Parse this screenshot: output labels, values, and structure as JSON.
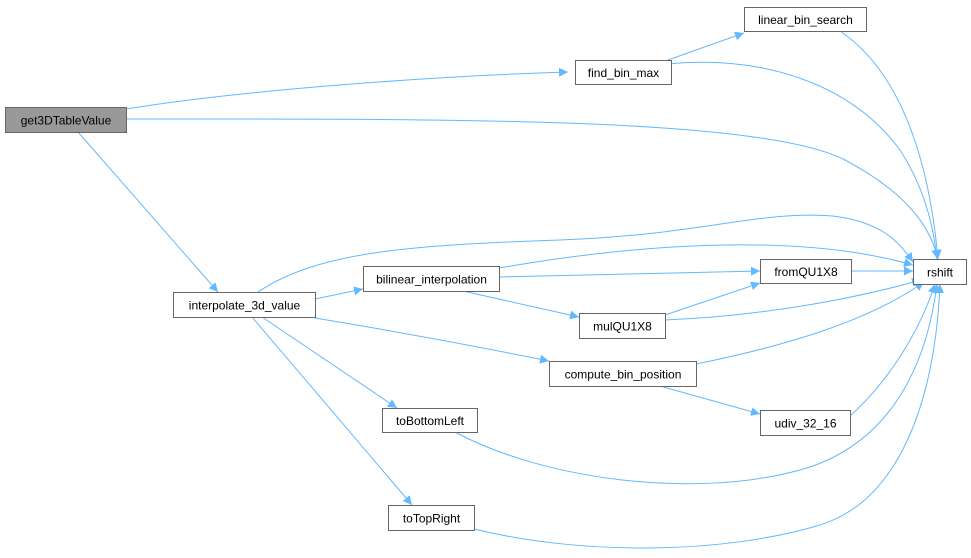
{
  "graph": {
    "edge_color": "#63b8ff",
    "root_fill": "#999999",
    "node_border": "#666666",
    "nodes": [
      {
        "id": "get3DTableValue",
        "label": "get3DTableValue",
        "root": true
      },
      {
        "id": "find_bin_max",
        "label": "find_bin_max"
      },
      {
        "id": "linear_bin_search",
        "label": "linear_bin_search"
      },
      {
        "id": "rshift",
        "label": "rshift"
      },
      {
        "id": "interpolate_3d_value",
        "label": "interpolate_3d_value"
      },
      {
        "id": "bilinear_interpolation",
        "label": "bilinear_interpolation"
      },
      {
        "id": "fromQU1X8",
        "label": "fromQU1X8"
      },
      {
        "id": "mulQU1X8",
        "label": "mulQU1X8"
      },
      {
        "id": "compute_bin_position",
        "label": "compute_bin_position"
      },
      {
        "id": "udiv_32_16",
        "label": "udiv_32_16"
      },
      {
        "id": "toBottomLeft",
        "label": "toBottomLeft"
      },
      {
        "id": "toTopRight",
        "label": "toTopRight"
      }
    ],
    "edges": [
      {
        "from": "get3DTableValue",
        "to": "find_bin_max"
      },
      {
        "from": "get3DTableValue",
        "to": "rshift"
      },
      {
        "from": "get3DTableValue",
        "to": "interpolate_3d_value"
      },
      {
        "from": "find_bin_max",
        "to": "linear_bin_search"
      },
      {
        "from": "find_bin_max",
        "to": "rshift"
      },
      {
        "from": "linear_bin_search",
        "to": "rshift"
      },
      {
        "from": "interpolate_3d_value",
        "to": "bilinear_interpolation"
      },
      {
        "from": "interpolate_3d_value",
        "to": "rshift"
      },
      {
        "from": "interpolate_3d_value",
        "to": "compute_bin_position"
      },
      {
        "from": "interpolate_3d_value",
        "to": "toBottomLeft"
      },
      {
        "from": "interpolate_3d_value",
        "to": "toTopRight"
      },
      {
        "from": "bilinear_interpolation",
        "to": "rshift"
      },
      {
        "from": "bilinear_interpolation",
        "to": "fromQU1X8"
      },
      {
        "from": "bilinear_interpolation",
        "to": "mulQU1X8"
      },
      {
        "from": "fromQU1X8",
        "to": "rshift"
      },
      {
        "from": "mulQU1X8",
        "to": "fromQU1X8"
      },
      {
        "from": "mulQU1X8",
        "to": "rshift"
      },
      {
        "from": "compute_bin_position",
        "to": "rshift"
      },
      {
        "from": "compute_bin_position",
        "to": "udiv_32_16"
      },
      {
        "from": "udiv_32_16",
        "to": "rshift"
      },
      {
        "from": "toBottomLeft",
        "to": "rshift"
      },
      {
        "from": "toTopRight",
        "to": "rshift"
      }
    ]
  }
}
